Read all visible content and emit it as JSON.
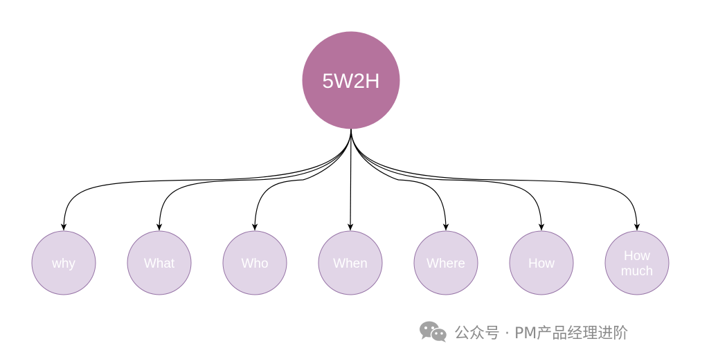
{
  "root": {
    "label": "5W2H",
    "fill": "#b5739d",
    "stroke": "#b5739d"
  },
  "children": [
    {
      "lines": [
        "why"
      ]
    },
    {
      "lines": [
        "What"
      ]
    },
    {
      "lines": [
        "Who"
      ]
    },
    {
      "lines": [
        "When"
      ]
    },
    {
      "lines": [
        "Where"
      ]
    },
    {
      "lines": [
        "How"
      ]
    },
    {
      "lines": [
        "How",
        "much"
      ]
    }
  ],
  "leaf_style": {
    "fill": "#e1d5e7",
    "stroke": "#9673a6",
    "text_color": "#ffffff"
  },
  "connector_color": "#000000",
  "watermark": {
    "text": "公众号 · PM产品经理进阶",
    "icon": "wechat-icon",
    "color": "#8a8a8a"
  }
}
